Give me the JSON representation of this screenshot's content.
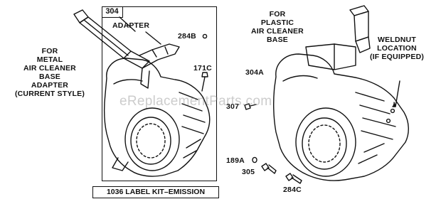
{
  "labels": {
    "for_metal": [
      "FOR",
      "METAL",
      "AIR CLEANER",
      "BASE",
      "ADAPTER",
      "(CURRENT STYLE)"
    ],
    "part_304": "304",
    "adapter": "ADAPTER",
    "part_284b": "284B",
    "part_171c": "171C",
    "for_plastic": [
      "FOR",
      "PLASTIC",
      "AIR CLEANER",
      "BASE"
    ],
    "weldnut": [
      "WELDNUT",
      "LOCATION",
      "(IF EQUIPPED)"
    ],
    "part_304a": "304A",
    "part_307": "307",
    "part_189a": "189A",
    "part_305": "305",
    "part_284c": "284C",
    "kit": "1036 LABEL KIT–EMISSION"
  },
  "watermark": "eReplacementParts.com"
}
